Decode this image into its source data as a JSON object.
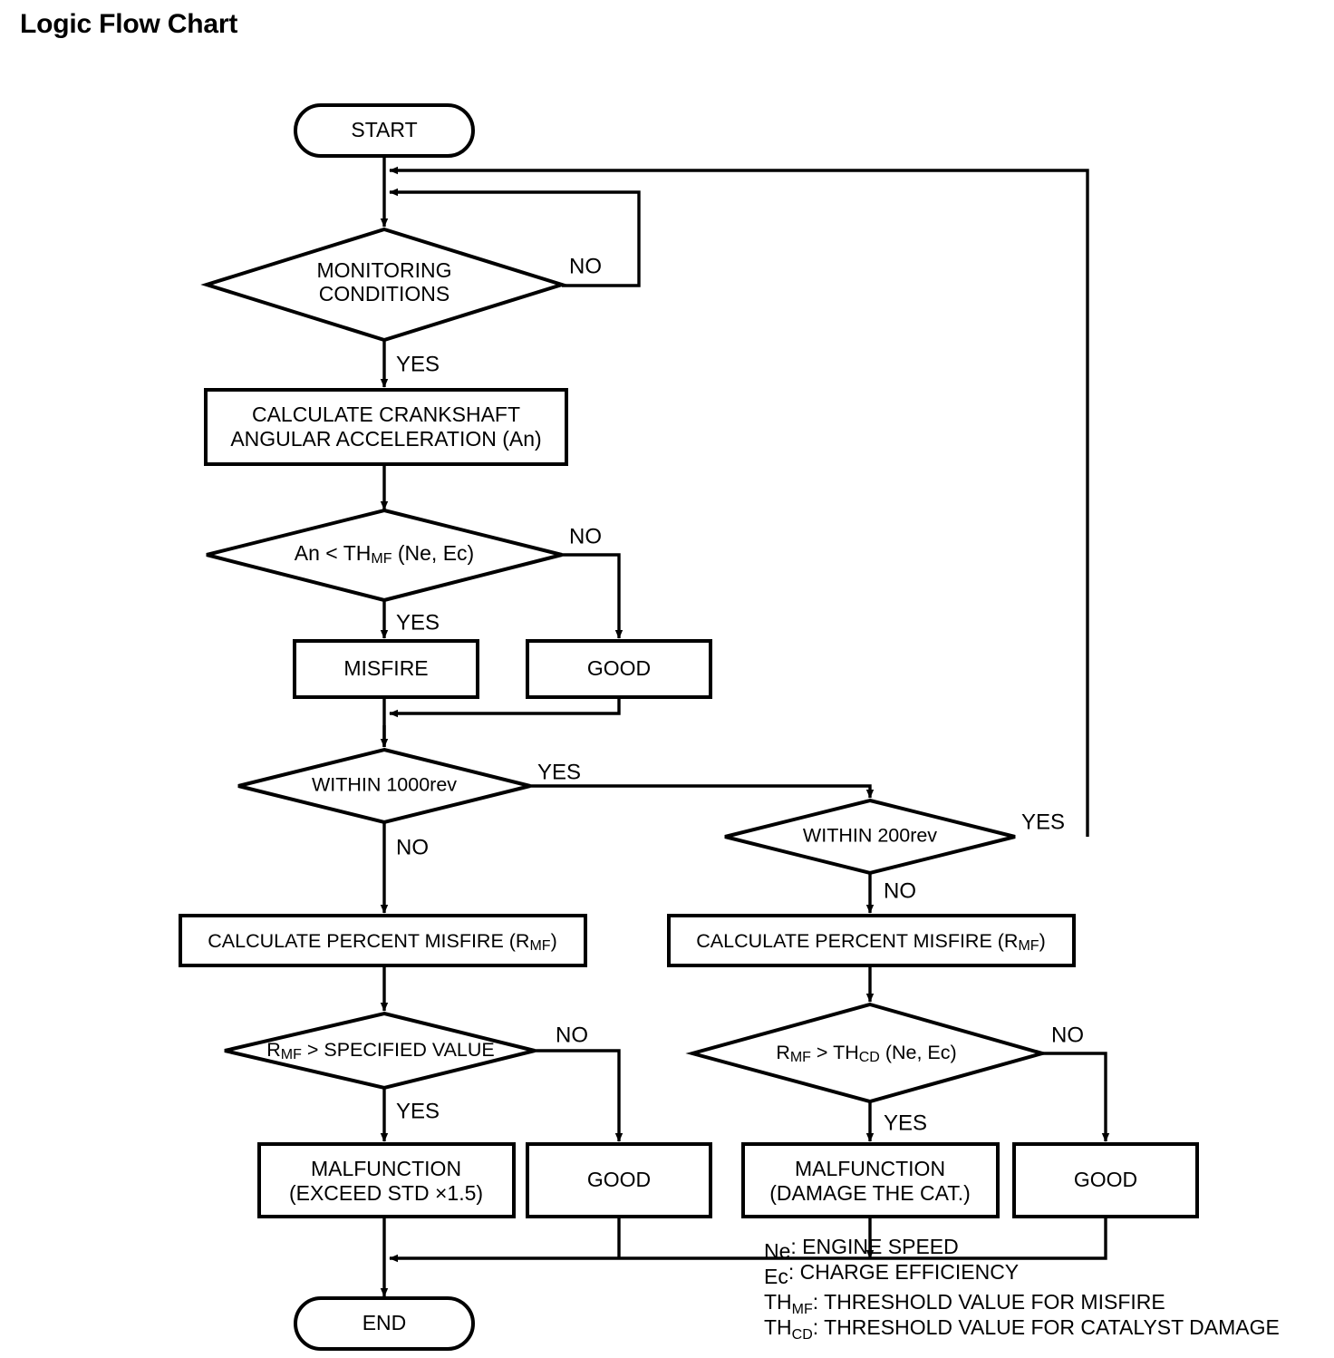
{
  "title": "Logic Flow Chart",
  "chart_data": {
    "type": "diagram",
    "diagram_kind": "flowchart",
    "title": "Logic Flow Chart",
    "orientation": "top-to-bottom",
    "nodes": [
      {
        "id": "start",
        "shape": "terminator",
        "label": "START"
      },
      {
        "id": "mon",
        "shape": "decision",
        "label": "MONITORING CONDITIONS",
        "lines": [
          "MONITORING",
          "CONDITIONS"
        ]
      },
      {
        "id": "calc_accel",
        "shape": "process",
        "label": "CALCULATE CRANKSHAFT ANGULAR ACCELERATION (An)",
        "lines": [
          "CALCULATE CRANKSHAFT",
          "ANGULAR ACCELERATION (An)"
        ]
      },
      {
        "id": "an_cmp",
        "shape": "decision",
        "label": "An < THMF (Ne, Ec)",
        "rich": "An < TH[MF] (Ne,  Ec)"
      },
      {
        "id": "misfire",
        "shape": "process",
        "label": "MISFIRE"
      },
      {
        "id": "good1",
        "shape": "process",
        "label": "GOOD"
      },
      {
        "id": "within1000",
        "shape": "decision",
        "label": "WITHIN 1000rev"
      },
      {
        "id": "within200",
        "shape": "decision",
        "label": "WITHIN 200rev"
      },
      {
        "id": "calc_pct_l",
        "shape": "process",
        "label": "CALCULATE PERCENT MISFIRE (RMF)",
        "rich": "CALCULATE PERCENT MISFIRE (R[MF])"
      },
      {
        "id": "calc_pct_r",
        "shape": "process",
        "label": "CALCULATE PERCENT MISFIRE (RMF)",
        "rich": "CALCULATE PERCENT MISFIRE (R[MF])"
      },
      {
        "id": "rmf_spec",
        "shape": "decision",
        "label": "RMF > SPECIFIED VALUE",
        "rich": "R[MF] > SPECIFIED VALUE"
      },
      {
        "id": "rmf_thcd",
        "shape": "decision",
        "label": "RMF > THCD (Ne, Ec)",
        "rich": "R[MF] > TH[CD] (Ne, Ec)"
      },
      {
        "id": "malf_std",
        "shape": "process",
        "label": "MALFUNCTION (EXCEED STD x1.5)",
        "lines": [
          "MALFUNCTION",
          "(EXCEED STD  ×1.5)"
        ]
      },
      {
        "id": "good2",
        "shape": "process",
        "label": "GOOD"
      },
      {
        "id": "malf_cat",
        "shape": "process",
        "label": "MALFUNCTION (DAMAGE THE CAT.)",
        "lines": [
          "MALFUNCTION",
          "(DAMAGE THE CAT.)"
        ]
      },
      {
        "id": "good3",
        "shape": "process",
        "label": "GOOD"
      },
      {
        "id": "end",
        "shape": "terminator",
        "label": "END"
      }
    ],
    "edges": [
      {
        "from": "start",
        "to": "mon",
        "label": ""
      },
      {
        "from": "mon",
        "to": "calc_accel",
        "label": "YES"
      },
      {
        "from": "mon",
        "to": "mon",
        "label": "NO"
      },
      {
        "from": "calc_accel",
        "to": "an_cmp",
        "label": ""
      },
      {
        "from": "an_cmp",
        "to": "misfire",
        "label": "YES"
      },
      {
        "from": "an_cmp",
        "to": "good1",
        "label": "NO"
      },
      {
        "from": "misfire",
        "to": "within1000",
        "label": ""
      },
      {
        "from": "good1",
        "to": "within1000",
        "label": ""
      },
      {
        "from": "within1000",
        "to": "within200",
        "label": "YES"
      },
      {
        "from": "within1000",
        "to": "calc_pct_l",
        "label": "NO"
      },
      {
        "from": "within200",
        "to": "mon",
        "label": "YES"
      },
      {
        "from": "within200",
        "to": "calc_pct_r",
        "label": "NO"
      },
      {
        "from": "calc_pct_l",
        "to": "rmf_spec",
        "label": ""
      },
      {
        "from": "calc_pct_r",
        "to": "rmf_thcd",
        "label": ""
      },
      {
        "from": "rmf_spec",
        "to": "malf_std",
        "label": "YES"
      },
      {
        "from": "rmf_spec",
        "to": "good2",
        "label": "NO"
      },
      {
        "from": "rmf_thcd",
        "to": "malf_cat",
        "label": "YES"
      },
      {
        "from": "rmf_thcd",
        "to": "good3",
        "label": "NO"
      },
      {
        "from": "malf_std",
        "to": "end",
        "label": ""
      },
      {
        "from": "good2",
        "to": "end",
        "label": ""
      },
      {
        "from": "malf_cat",
        "to": "end",
        "label": ""
      },
      {
        "from": "good3",
        "to": "end",
        "label": ""
      }
    ]
  },
  "nodes": {
    "start": "START",
    "monitoring_l1": "MONITORING",
    "monitoring_l2": "CONDITIONS",
    "calc_accel_l1": "CALCULATE CRANKSHAFT",
    "calc_accel_l2": "ANGULAR ACCELERATION (An)",
    "an_prefix": "An < TH",
    "an_sub": "MF",
    "an_suffix": " (Ne,  Ec)",
    "misfire": "MISFIRE",
    "good1": "GOOD",
    "within1000": "WITHIN 1000rev",
    "within200": "WITHIN 200rev",
    "calc_pct_prefix": "CALCULATE PERCENT MISFIRE (R",
    "calc_pct_sub": "MF",
    "calc_pct_suffix": ")",
    "rmf_spec_prefix": "R",
    "rmf_spec_sub": "MF",
    "rmf_spec_suffix": " > SPECIFIED VALUE",
    "rmf_thcd_p1": "R",
    "rmf_thcd_s1": "MF",
    "rmf_thcd_p2": " > TH",
    "rmf_thcd_s2": "CD",
    "rmf_thcd_p3": " (Ne, Ec)",
    "malf_std_l1": "MALFUNCTION",
    "malf_std_l2": "(EXCEED STD  ×1.5)",
    "good2": "GOOD",
    "malf_cat_l1": "MALFUNCTION",
    "malf_cat_l2": "(DAMAGE THE CAT.)",
    "good3": "GOOD",
    "end": "END"
  },
  "edge_labels": {
    "mon_no": "NO",
    "mon_yes": "YES",
    "an_no": "NO",
    "an_yes": "YES",
    "w1000_yes": "YES",
    "w1000_no": "NO",
    "w200_yes": "YES",
    "w200_no": "NO",
    "spec_no": "NO",
    "spec_yes": "YES",
    "thcd_no": "NO",
    "thcd_yes": "YES"
  },
  "legend": [
    {
      "term": "Ne",
      "sub": "",
      "desc": ": ENGINE SPEED"
    },
    {
      "term": "Ec",
      "sub": "",
      "desc": ": CHARGE EFFICIENCY"
    },
    {
      "term": "TH",
      "sub": "MF",
      "desc": ": THRESHOLD VALUE FOR MISFIRE"
    },
    {
      "term": "TH",
      "sub": "CD",
      "desc": ": THRESHOLD VALUE FOR CATALYST DAMAGE"
    }
  ],
  "colors": {
    "ink": "#000000",
    "paper": "#ffffff"
  }
}
